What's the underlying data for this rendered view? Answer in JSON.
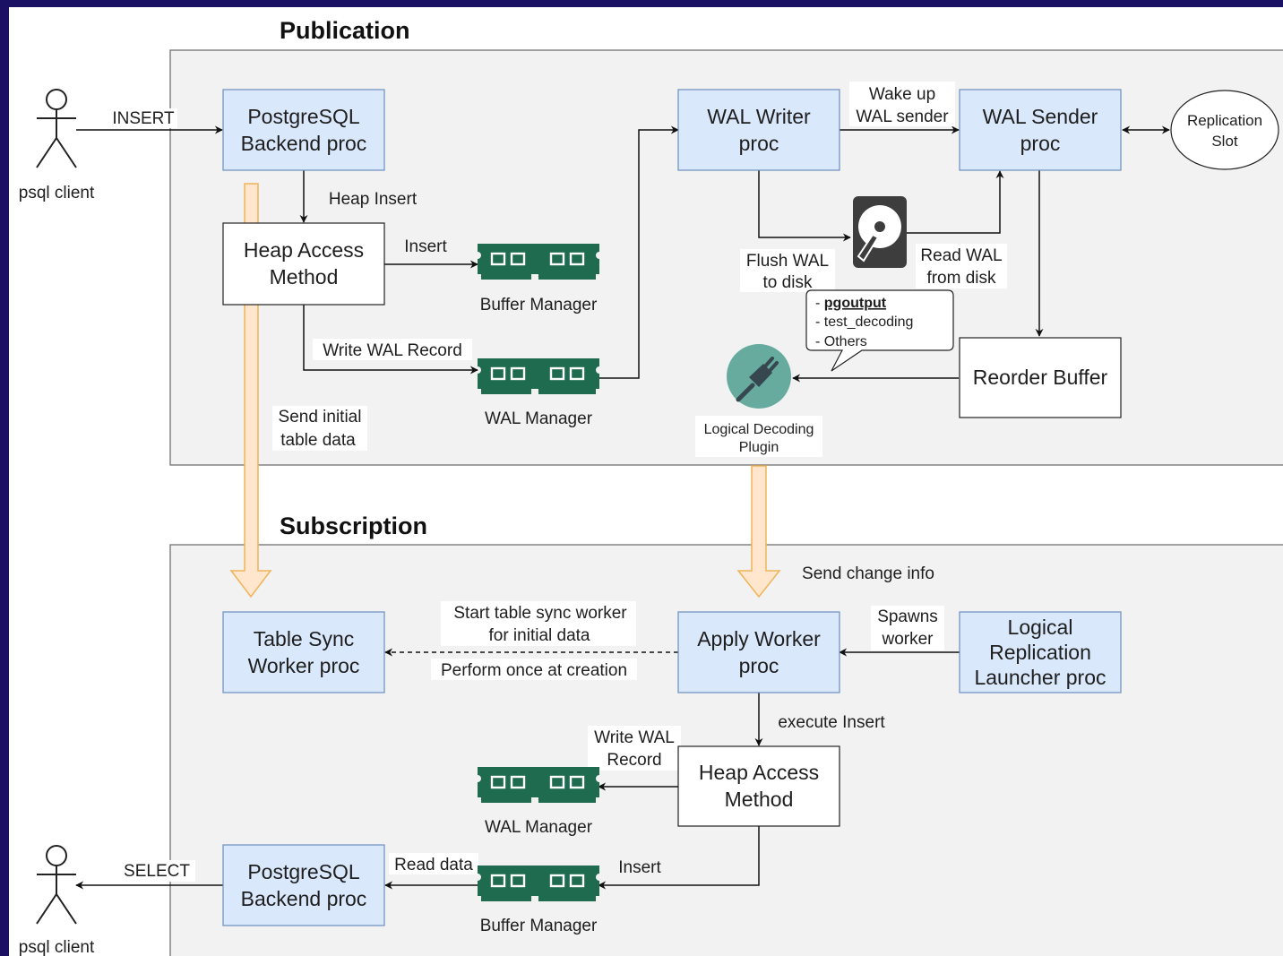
{
  "sections": {
    "publication_title": "Publication",
    "subscription_title": "Subscription"
  },
  "actors": {
    "top_client": "psql client",
    "bottom_client": "psql client"
  },
  "publication": {
    "backend_proc": [
      "PostgreSQL",
      "Backend proc"
    ],
    "heap_access": [
      "Heap Access",
      "Method"
    ],
    "wal_writer": [
      "WAL Writer",
      "proc"
    ],
    "wal_sender": [
      "WAL Sender",
      "proc"
    ],
    "replication_slot": [
      "Replication",
      "Slot"
    ],
    "reorder_buffer": "Reorder Buffer",
    "buffer_manager": "Buffer Manager",
    "wal_manager": "WAL Manager",
    "plugin": [
      "Logical Decoding",
      "Plugin"
    ],
    "plugin_options": {
      "item1": "- ",
      "item1_bold": "pgoutput",
      "item2": "- test_decoding",
      "item3": "- Others"
    },
    "labels": {
      "insert": "INSERT",
      "heap_insert": "Heap Insert",
      "insert_buf": "Insert",
      "write_wal": "Write WAL Record",
      "wake_up": [
        "Wake up",
        "WAL sender"
      ],
      "flush_wal": [
        "Flush WAL",
        "to disk"
      ],
      "read_wal": [
        "Read WAL",
        "from disk"
      ],
      "send_initial": [
        "Send initial",
        "table data"
      ]
    }
  },
  "subscription": {
    "table_sync": [
      "Table Sync",
      "Worker proc"
    ],
    "apply_worker": [
      "Apply Worker",
      "proc"
    ],
    "launcher": [
      "Logical",
      "Replication",
      "Launcher proc"
    ],
    "heap_access": [
      "Heap Access",
      "Method"
    ],
    "backend_proc": [
      "PostgreSQL",
      "Backend proc"
    ],
    "wal_manager": "WAL Manager",
    "buffer_manager": "Buffer Manager",
    "labels": {
      "send_change": "Send change info",
      "start_sync": [
        "Start table sync worker",
        "for initial data"
      ],
      "perform_once": "Perform once at creation",
      "spawns": [
        "Spawns",
        "worker"
      ],
      "execute_insert": "execute Insert",
      "write_wal": [
        "Write WAL",
        "Record"
      ],
      "select": "SELECT",
      "read_data": "Read data",
      "insert_buf": "Insert"
    }
  },
  "colors": {
    "background": "#1a1064",
    "panel": "#f2f2f2",
    "blue_box": "#dae8fc",
    "blue_border": "#6c8ebf",
    "ram_green": "#1e6b50",
    "orange_fill": "#ffe6cc",
    "orange_border": "#f0b45a",
    "plugin_teal": "#67ab9f"
  }
}
